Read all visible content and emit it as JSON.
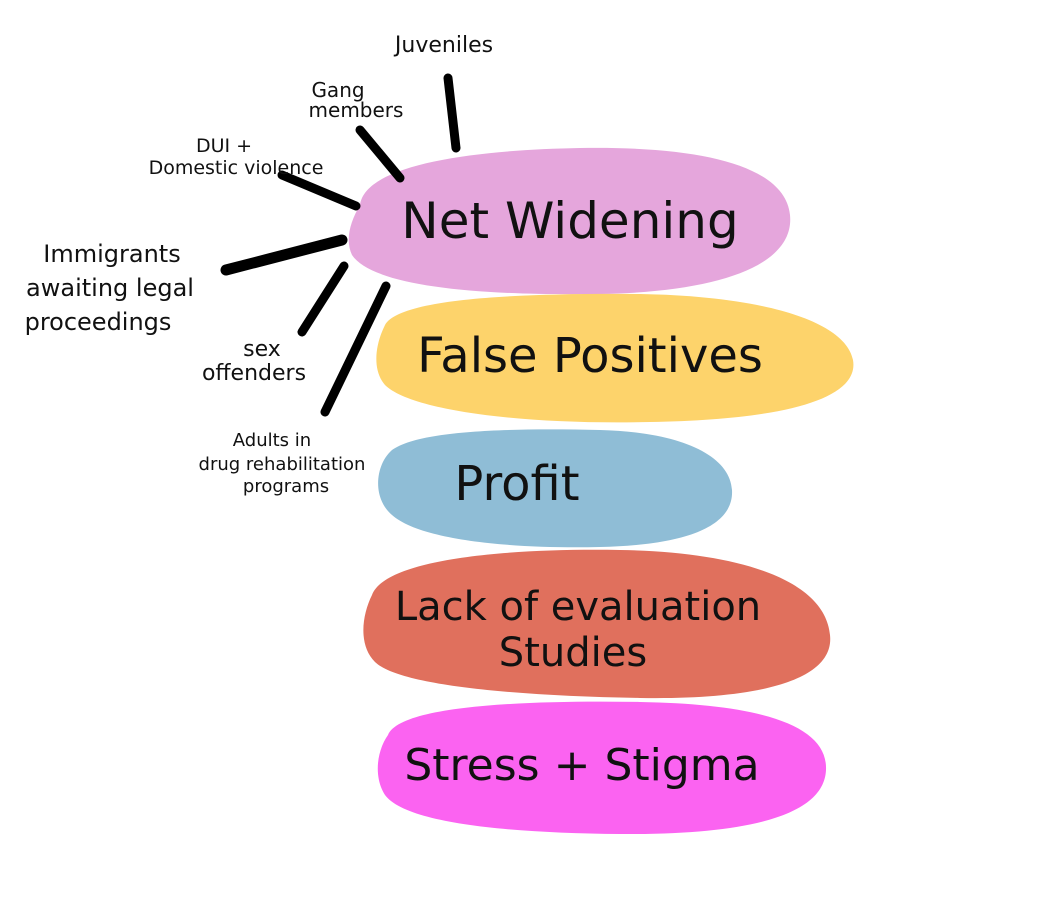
{
  "blobs": [
    {
      "id": "net-widening",
      "label": "Net Widening",
      "color": "#e5a6dc"
    },
    {
      "id": "false-positives",
      "label": "False Positives",
      "color": "#fdd36b"
    },
    {
      "id": "profit",
      "label": "Profit",
      "color": "#8fbdd6"
    },
    {
      "id": "lack-of-evaluation",
      "label_line1": "Lack of evaluation",
      "label_line2": "Studies",
      "color": "#e0705d"
    },
    {
      "id": "stress-stigma",
      "label": "Stress + Stigma",
      "color": "#fb63f1"
    }
  ],
  "net_widening_groups": {
    "juveniles": "Juveniles",
    "gang_members_line1": "Gang",
    "gang_members_line2": "members",
    "dui_line1": "DUI +",
    "dui_line2": "Domestic violence",
    "immigrants_line1": "Immigrants",
    "immigrants_line2": "awaiting legal",
    "immigrants_line3": "proceedings",
    "sex_offenders_line1": "sex",
    "sex_offenders_line2": "offenders",
    "adults_line1": "Adults in",
    "adults_line2": "drug rehabilitation",
    "adults_line3": "programs"
  }
}
